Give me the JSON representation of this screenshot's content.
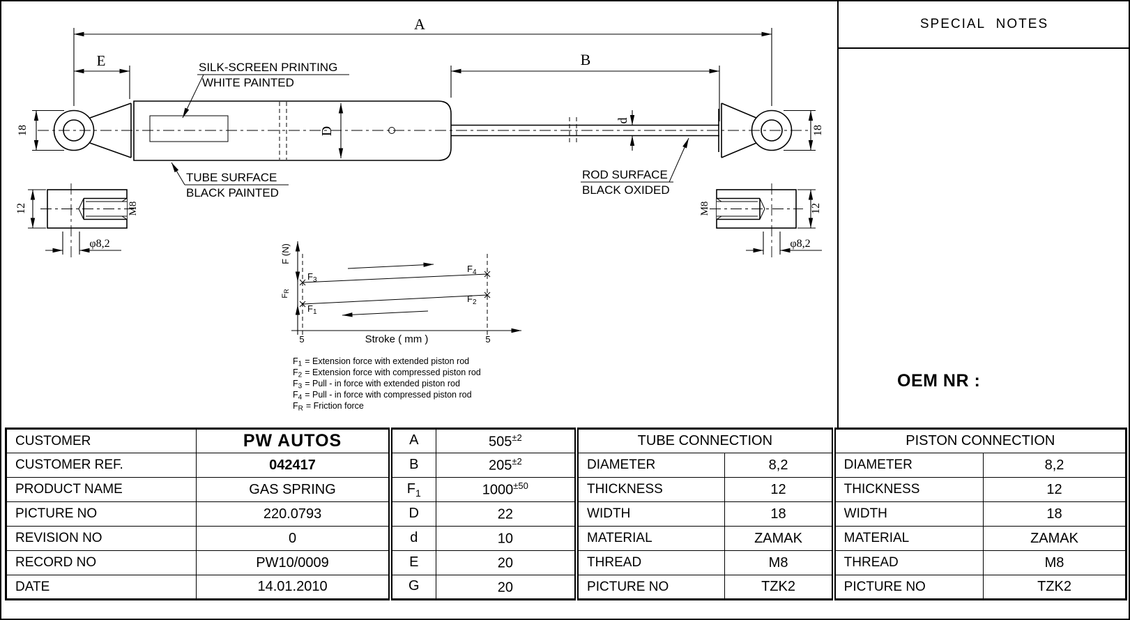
{
  "sheet": {
    "notes_title": "SPECIAL NOTES",
    "oem_label": "OEM NR :"
  },
  "drawing": {
    "dims": {
      "A": "A",
      "B": "B",
      "E": "E",
      "D": "D",
      "d": "d",
      "eye_width_left": "18",
      "eye_width_right": "18",
      "eye_thickness_left": "12",
      "eye_thickness_right": "12",
      "thread_left": "M8",
      "thread_right": "M8",
      "hole_left": "φ8,2",
      "hole_right": "φ8,2"
    },
    "callouts": {
      "silk_line1": "SILK-SCREEN PRINTING",
      "silk_line2": "WHITE PAINTED",
      "tube_line1": "TUBE SURFACE",
      "tube_line2": "BLACK PAINTED",
      "rod_line1": "ROD SURFACE",
      "rod_line2": "BLACK OXIDED"
    }
  },
  "graph": {
    "y_axis_label": "F (N)",
    "x_axis_label": "Stroke ( mm )",
    "tick_left": "5",
    "tick_right": "5",
    "points": {
      "f1": {
        "sym": "F",
        "sub": "1"
      },
      "f2": {
        "sym": "F",
        "sub": "2"
      },
      "f3": {
        "sym": "F",
        "sub": "3"
      },
      "f4": {
        "sym": "F",
        "sub": "4"
      },
      "fr": {
        "sym": "F",
        "sub": "R"
      }
    },
    "legend": [
      {
        "sym": "F",
        "sub": "1",
        "text": "= Extension force with extended piston rod"
      },
      {
        "sym": "F",
        "sub": "2",
        "text": "= Extension force with compressed piston rod"
      },
      {
        "sym": "F",
        "sub": "3",
        "text": "= Pull - in force with extended piston rod"
      },
      {
        "sym": "F",
        "sub": "4",
        "text": "= Pull - in force with compressed piston rod"
      },
      {
        "sym": "F",
        "sub": "R",
        "text": "= Friction force"
      }
    ]
  },
  "table": {
    "info_rows": [
      {
        "label": "CUSTOMER",
        "value": "PW AUTOS"
      },
      {
        "label": "CUSTOMER REF.",
        "value": "042417"
      },
      {
        "label": "PRODUCT NAME",
        "value": "GAS SPRING"
      },
      {
        "label": "PICTURE NO",
        "value": "220.0793"
      },
      {
        "label": "REVISION NO",
        "value": "0"
      },
      {
        "label": "RECORD NO",
        "value": "PW10/0009"
      },
      {
        "label": "DATE",
        "value": "14.01.2010"
      }
    ],
    "dim_rows": [
      {
        "letter": "A",
        "sub": "",
        "value": "505",
        "tol": "±2"
      },
      {
        "letter": "B",
        "sub": "",
        "value": "205",
        "tol": "±2"
      },
      {
        "letter": "F",
        "sub": "1",
        "value": "1000",
        "tol": "±50"
      },
      {
        "letter": "D",
        "sub": "",
        "value": "22",
        "tol": ""
      },
      {
        "letter": "d",
        "sub": "",
        "value": "10",
        "tol": ""
      },
      {
        "letter": "E",
        "sub": "",
        "value": "20",
        "tol": ""
      },
      {
        "letter": "G",
        "sub": "",
        "value": "20",
        "tol": ""
      }
    ],
    "tube": {
      "header": "TUBE CONNECTION",
      "rows": [
        {
          "label": "DIAMETER",
          "value": "8,2"
        },
        {
          "label": "THICKNESS",
          "value": "12"
        },
        {
          "label": "WIDTH",
          "value": "18"
        },
        {
          "label": "MATERIAL",
          "value": "ZAMAK"
        },
        {
          "label": "THREAD",
          "value": "M8"
        },
        {
          "label": "PICTURE NO",
          "value": "TZK2"
        }
      ]
    },
    "piston": {
      "header": "PISTON CONNECTION",
      "rows": [
        {
          "label": "DIAMETER",
          "value": "8,2"
        },
        {
          "label": "THICKNESS",
          "value": "12"
        },
        {
          "label": "WIDTH",
          "value": "18"
        },
        {
          "label": "MATERIAL",
          "value": "ZAMAK"
        },
        {
          "label": "THREAD",
          "value": "M8"
        },
        {
          "label": "PICTURE NO",
          "value": "TZK2"
        }
      ]
    }
  }
}
